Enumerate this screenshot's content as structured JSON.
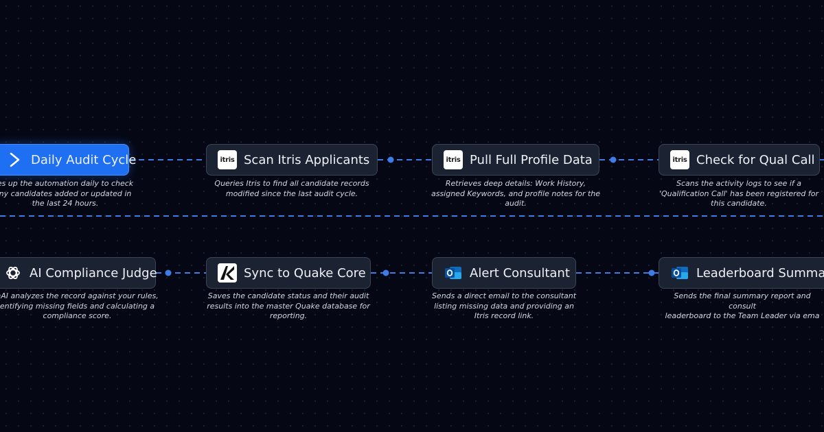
{
  "nodes": [
    {
      "id": "trigger",
      "label": "Daily Audit Cycle",
      "icon": "play-icon",
      "description": "es up the automation daily to check\nny candidates added or updated in\nthe last 24 hours."
    },
    {
      "id": "scan",
      "label": "Scan Itris Applicants",
      "icon": "itris-logo-icon",
      "description": "Queries Itris to find all candidate records\nmodified since the last audit cycle."
    },
    {
      "id": "pull",
      "label": "Pull Full Profile Data",
      "icon": "itris-logo-icon",
      "description": "Retrieves deep details: Work History,\nassigned Keywords, and profile notes for the\naudit."
    },
    {
      "id": "check",
      "label": "Check for Qual Call",
      "icon": "itris-logo-icon",
      "description": "Scans the activity logs to see if a\n'Qualification Call' has been registered for\nthis candidate."
    },
    {
      "id": "judge",
      "label": "AI Compliance Judge",
      "icon": "openai-icon",
      "description": "nAI analyzes the record against your rules,\nentifying missing fields and calculating a\ncompliance score."
    },
    {
      "id": "sync",
      "label": "Sync to Quake Core",
      "icon": "quake-logo-icon",
      "description": "Saves the candidate status and their audit\nresults into the master Quake database for\nreporting."
    },
    {
      "id": "alert",
      "label": "Alert Consultant",
      "icon": "outlook-icon",
      "description": "Sends a direct email to the consultant\nlisting missing data and providing an\nItris record link."
    },
    {
      "id": "leader",
      "label": "Leaderboard Summar",
      "icon": "outlook-icon",
      "description": "Sends the final summary report and consult\nleaderboard to the Team Leader via ema"
    }
  ],
  "icon_text": {
    "itris": "itris"
  },
  "colors": {
    "wire": "#3f7de6",
    "node_bg": "#1b2333",
    "trigger_bg": "#1e6ff2",
    "background": "#050814"
  }
}
